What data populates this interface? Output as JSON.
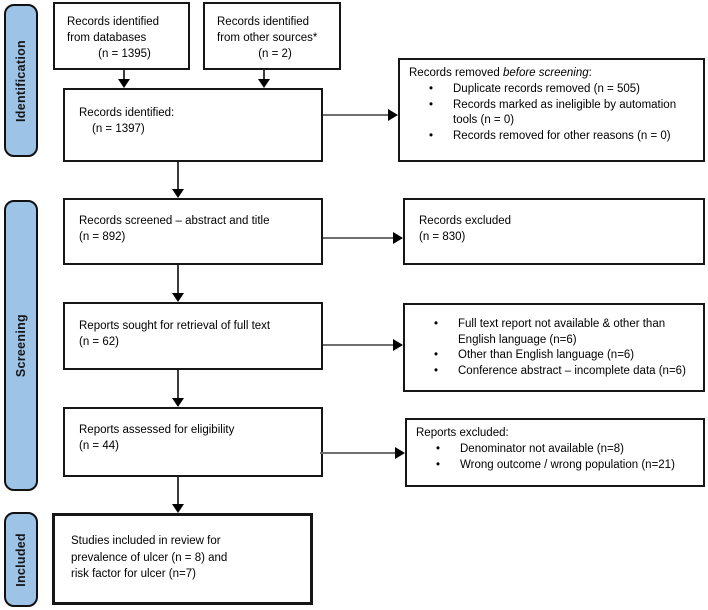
{
  "diagram": {
    "stages": {
      "identification": "Identification",
      "screening": "Screening",
      "included": "Included"
    },
    "glyph": {
      "bullet": "•"
    },
    "colors": {
      "stage_fill": "#9dc3e6",
      "stage_border": "#111111",
      "box_border": "#161616",
      "arrow_line_horizontal": "#6f6f6f",
      "arrow_line_vertical": "#3c3c3c",
      "arrow_head": "#000000"
    },
    "boxes": {
      "identified_databases": {
        "line1": "Records identified",
        "line2": "from databases",
        "count": "(n = 1395)"
      },
      "identified_other_sources": {
        "line1": "Records identified",
        "line2": "from other sources*",
        "count": "(n = 2)"
      },
      "records_identified": {
        "line1": "Records identified:",
        "count": "(n = 1397)"
      },
      "removed_before_screening": {
        "title_prefix": "Records removed ",
        "title_italic": "before screening",
        "title_suffix": ":",
        "bullets": [
          "Duplicate records removed (n = 505)",
          "Records marked as ineligible by automation tools (n = 0)",
          "Records removed for other reasons (n = 0)"
        ]
      },
      "records_screened": {
        "line1": "Records screened – abstract and title",
        "count": "(n = 892)"
      },
      "records_excluded": {
        "line1": "Records excluded",
        "count": "(n = 830)"
      },
      "reports_sought": {
        "line1": "Reports sought for retrieval of full text",
        "count": "(n = 62)"
      },
      "retrieval_exclusions": {
        "bullets": [
          "Full text report not available & other than English language (n=6)",
          "Other than English language (n=6)",
          "Conference abstract – incomplete data (n=6)"
        ]
      },
      "reports_assessed": {
        "line1": "Reports assessed for eligibility",
        "count": "(n = 44)"
      },
      "reports_excluded": {
        "title": "Reports excluded:",
        "bullets": [
          "Denominator not available (n=8)",
          "Wrong outcome / wrong population (n=21)"
        ]
      },
      "studies_included": {
        "line1": "Studies included in review for",
        "line2": "prevalence of ulcer (n = 8) and",
        "line3": "risk factor for ulcer (n=7)"
      }
    }
  }
}
